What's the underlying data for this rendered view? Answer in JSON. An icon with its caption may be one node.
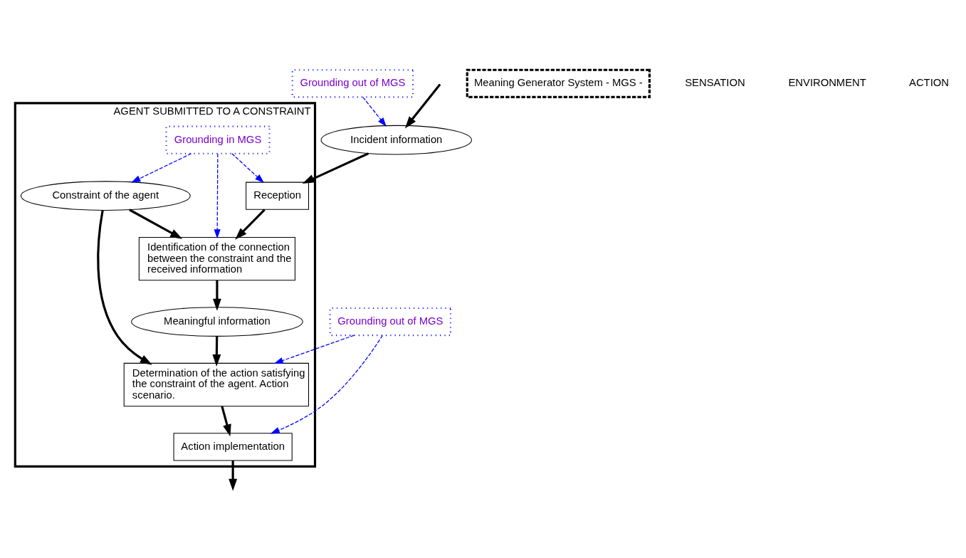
{
  "diagram": {
    "nodes": [
      {
        "text": [
          "Incident information"
        ]
      },
      {
        "text": [
          "Grounding out of MGS"
        ]
      },
      {
        "text": [
          "Meaning Generator System - MGS -"
        ]
      },
      {
        "text": [
          "AGENT SUBMITTED TO A CONSTRAINT"
        ]
      },
      {
        "text": [
          "Reception"
        ],
        "in": 3
      },
      {
        "text": [
          "Grounding in MGS"
        ],
        "in": 3
      },
      {
        "text": [
          "Identification of the connection between the constraint and the received information"
        ],
        "in": 3
      },
      {
        "text": [
          "Constraint of the agent"
        ],
        "in": 3
      },
      {
        "text": [
          "Meaningful information"
        ],
        "in": 3
      },
      {
        "text": [
          "Determination of the action satisfying the constraint of the agent. Action scenario."
        ],
        "in": 3
      },
      {
        "text": [
          "Action implementation"
        ],
        "in": 3
      },
      {
        "text": [
          "Grounding out of MGS"
        ]
      }
    ],
    "edges": [
      {
        "from": null,
        "to": 0,
        "arrow": "to"
      },
      {
        "from": 1,
        "to": 0,
        "arrow": "to",
        "style": "dashed",
        "color": "#0000ff"
      },
      {
        "from": 0,
        "to": 4,
        "arrow": "to"
      },
      {
        "from": 4,
        "to": 6,
        "arrow": "to"
      },
      {
        "from": 5,
        "to": 4,
        "arrow": "to",
        "style": "dashed",
        "color": "#0000ff"
      },
      {
        "from": 5,
        "to": 6,
        "arrow": "to",
        "style": "dashed",
        "color": "#0000ff"
      },
      {
        "from": 5,
        "to": 7,
        "arrow": "to",
        "style": "dashed",
        "color": "#0000ff"
      },
      {
        "from": 7,
        "to": 6,
        "arrow": "to"
      },
      {
        "from": 6,
        "to": 8,
        "arrow": "to"
      },
      {
        "from": 7,
        "to": 9,
        "arrow": "to"
      },
      {
        "from": 8,
        "to": 9,
        "arrow": "to"
      },
      {
        "from": 9,
        "to": 10,
        "arrow": "to"
      },
      {
        "from": 11,
        "to": 9,
        "arrow": "to",
        "style": "dashed",
        "color": "#0000ff"
      },
      {
        "from": 11,
        "to": 10,
        "arrow": "to",
        "style": "dashed",
        "color": "#0000ff"
      },
      {
        "from": 10,
        "to": null,
        "arrow": "to"
      }
    ],
    "labels": [
      "SENSATION",
      "ENVIRONMENT",
      "ACTION"
    ]
  }
}
